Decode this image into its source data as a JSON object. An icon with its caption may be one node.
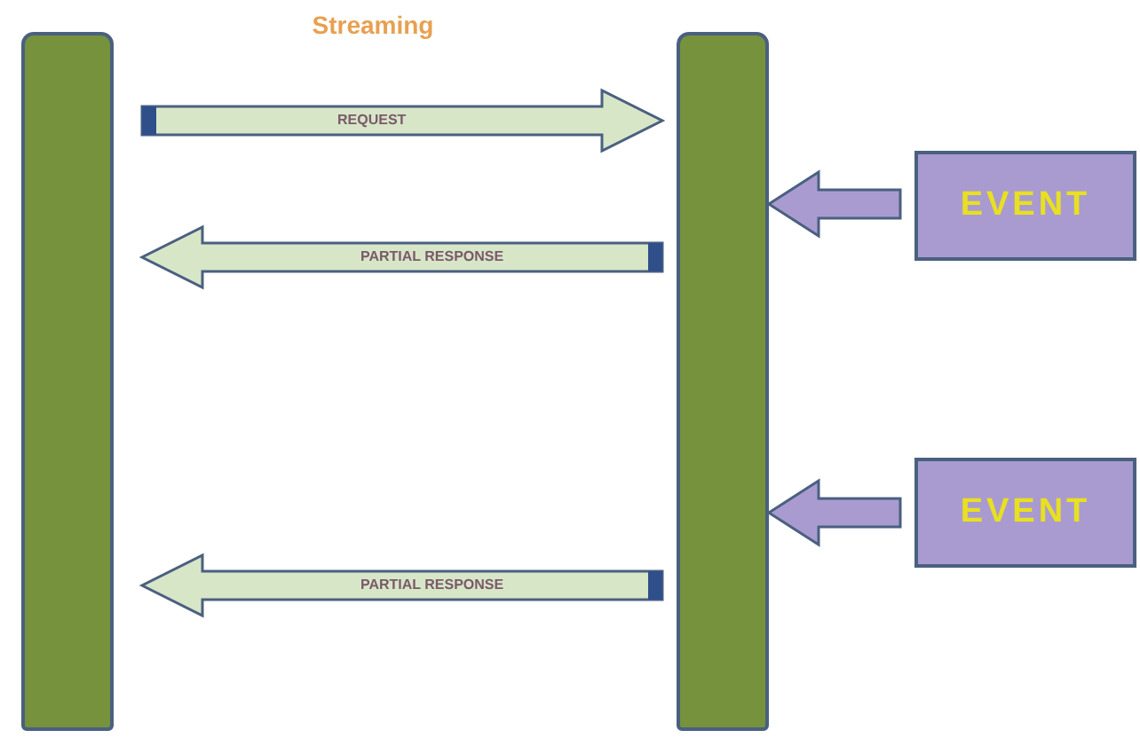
{
  "diagram": {
    "title": "Streaming",
    "nodes": [
      {
        "text": [],
        "shape": "bar"
      },
      {
        "text": [],
        "shape": "bar"
      },
      {
        "text": [
          "EVENT"
        ]
      },
      {
        "text": [
          "EVENT"
        ]
      }
    ],
    "edges": [
      {
        "from": 0,
        "to": 1,
        "arrow": "to",
        "label": "REQUEST"
      },
      {
        "from": 1,
        "to": 0,
        "arrow": "to",
        "label": "PARTIAL RESPONSE"
      },
      {
        "from": 2,
        "to": 1,
        "arrow": "to",
        "color": "#a99bd0"
      },
      {
        "from": 3,
        "to": 1,
        "arrow": "to",
        "color": "#a99bd0"
      },
      {
        "from": 1,
        "to": 0,
        "arrow": "to",
        "label": "PARTIAL RESPONSE"
      }
    ]
  }
}
